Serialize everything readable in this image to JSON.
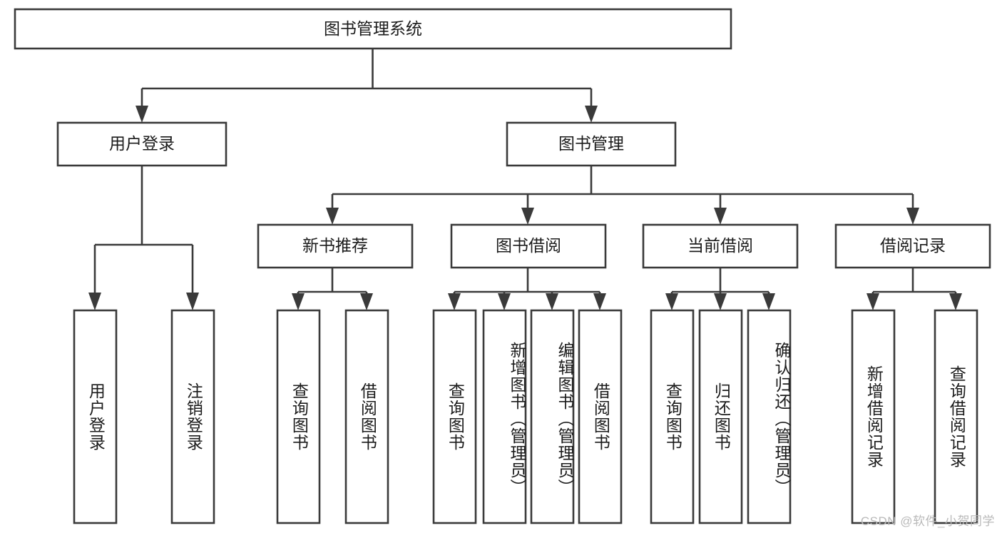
{
  "diagram": {
    "type": "tree-hierarchy-chart",
    "title": "图书管理系统",
    "watermark": "CSDN @软件_小贺同学",
    "colors": {
      "box_stroke": "#3a3a3a",
      "box_fill": "#ffffff",
      "text": "#1b1b1b",
      "connector": "#3a3a3a",
      "watermark": "#b9b9b9",
      "background": "#ffffff"
    },
    "root": {
      "label": "图书管理系统"
    },
    "level2": [
      {
        "label": "用户登录"
      },
      {
        "label": "图书管理"
      }
    ],
    "level3": [
      {
        "label": "新书推荐"
      },
      {
        "label": "图书借阅"
      },
      {
        "label": "当前借阅"
      },
      {
        "label": "借阅记录"
      }
    ],
    "leaves": {
      "user_login": [
        {
          "label": "用户登录"
        },
        {
          "label": "注销登录"
        }
      ],
      "new_book_recommend": [
        {
          "label": "查询图书"
        },
        {
          "label": "借阅图书"
        }
      ],
      "book_borrow": [
        {
          "label": "查询图书"
        },
        {
          "label": "新增图书（管理员）"
        },
        {
          "label": "编辑图书（管理员）"
        },
        {
          "label": "借阅图书"
        }
      ],
      "current_borrow": [
        {
          "label": "查询图书"
        },
        {
          "label": "归还图书"
        },
        {
          "label": "确认归还（管理员）"
        }
      ],
      "borrow_record": [
        {
          "label": "新增借阅记录"
        },
        {
          "label": "查询借阅记录"
        }
      ]
    }
  }
}
